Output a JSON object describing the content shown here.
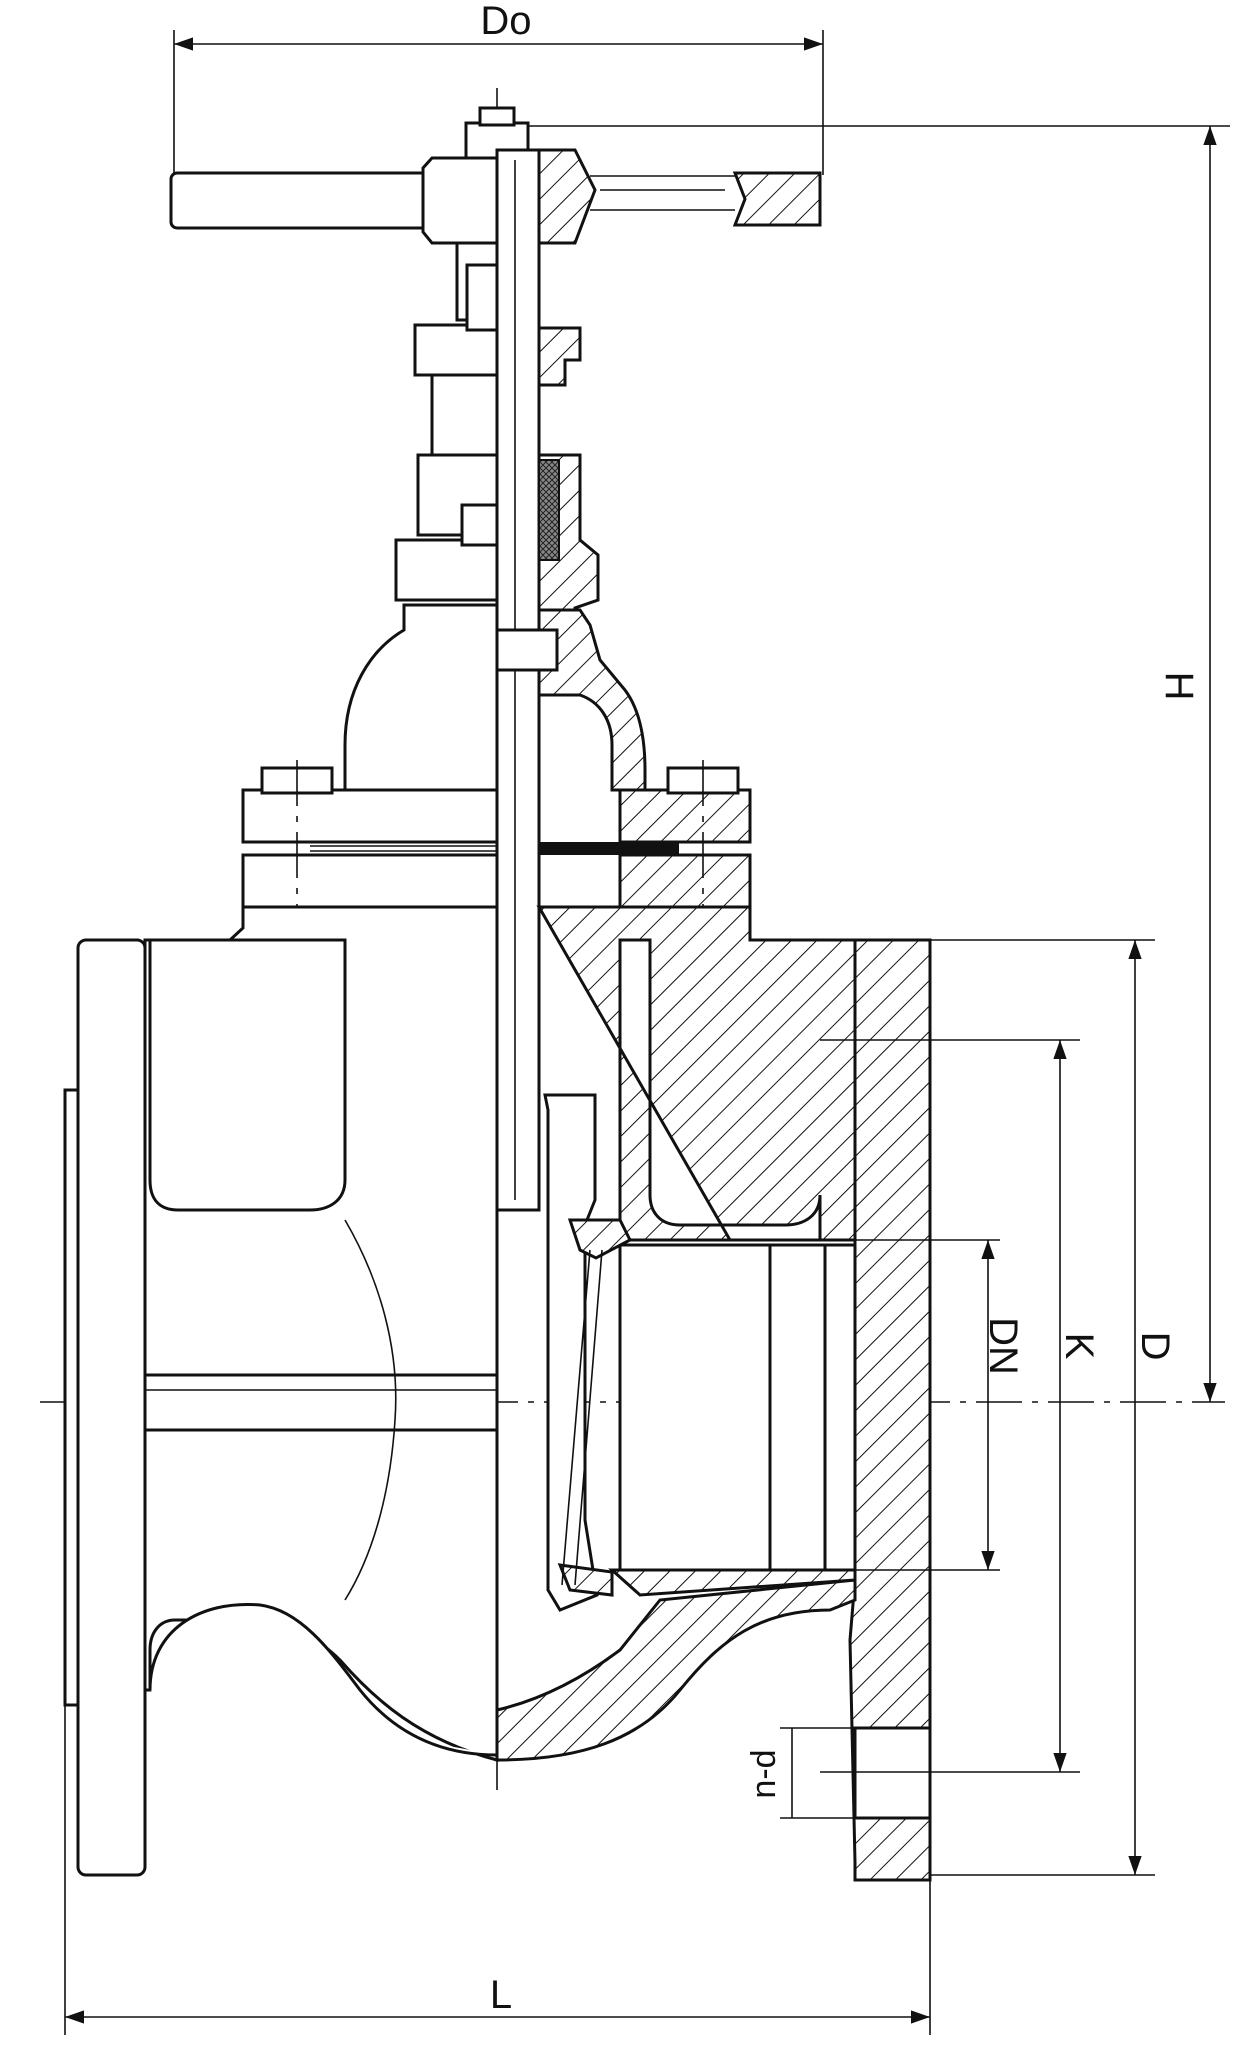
{
  "labels": {
    "Do": "Do",
    "H": "H",
    "D": "D",
    "K": "K",
    "DN": "DN",
    "n_d": "n-d",
    "L": "L"
  }
}
